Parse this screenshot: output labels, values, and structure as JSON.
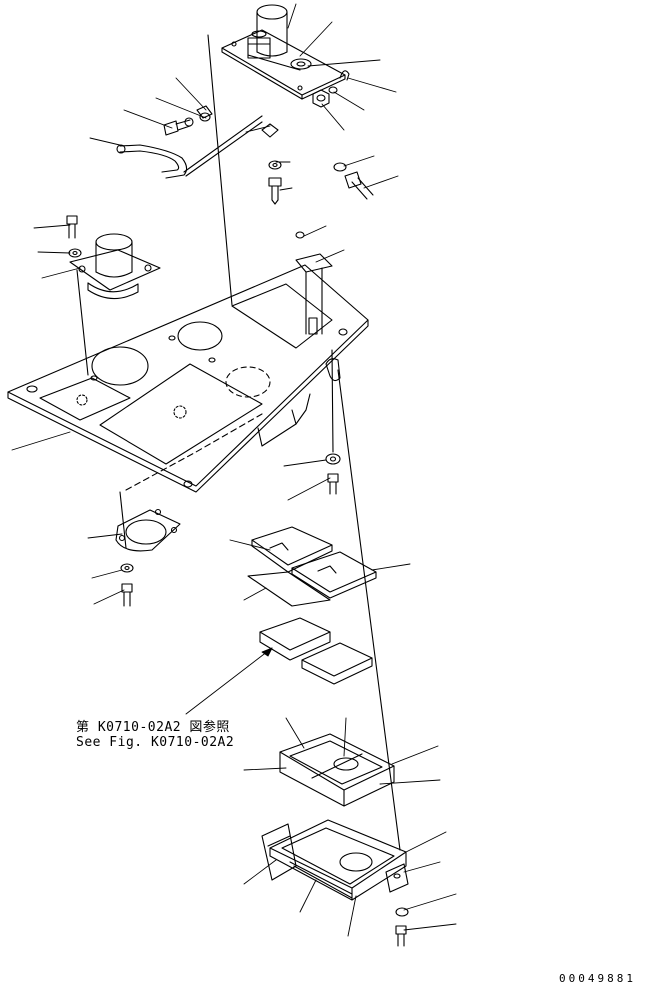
{
  "reference_note": {
    "japanese": "第 K0710-02A2 図参照",
    "english": "See Fig. K0710-02A2"
  },
  "document_id": "00049881"
}
